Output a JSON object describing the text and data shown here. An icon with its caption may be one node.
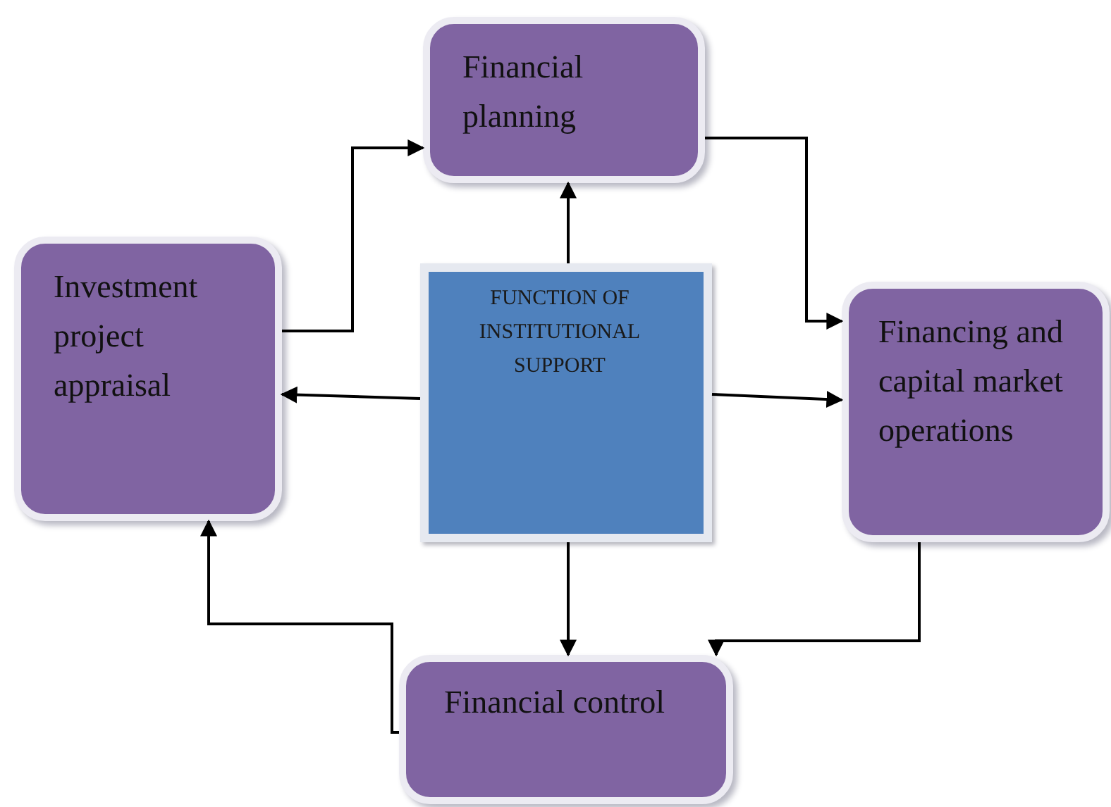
{
  "diagram": {
    "nodes": [
      {
        "text": [
          "Financial planning"
        ]
      },
      {
        "text": [
          "Investment project appraisal"
        ]
      },
      {
        "text": [
          "FUNCTION OF INSTITUTIONAL SUPPORT"
        ]
      },
      {
        "text": [
          "Financing and capital market operations"
        ]
      },
      {
        "text": [
          "Financial control"
        ]
      }
    ],
    "edges": [
      {
        "from": 1,
        "to": 0,
        "arrow": "to"
      },
      {
        "from": 0,
        "to": 3,
        "arrow": "to"
      },
      {
        "from": 2,
        "to": 0,
        "arrow": "to"
      },
      {
        "from": 2,
        "to": 1,
        "arrow": "to"
      },
      {
        "from": 2,
        "to": 3,
        "arrow": "to"
      },
      {
        "from": 2,
        "to": 4,
        "arrow": "to"
      },
      {
        "from": 3,
        "to": 4,
        "arrow": "to"
      },
      {
        "from": 4,
        "to": 1,
        "arrow": "to"
      }
    ]
  }
}
